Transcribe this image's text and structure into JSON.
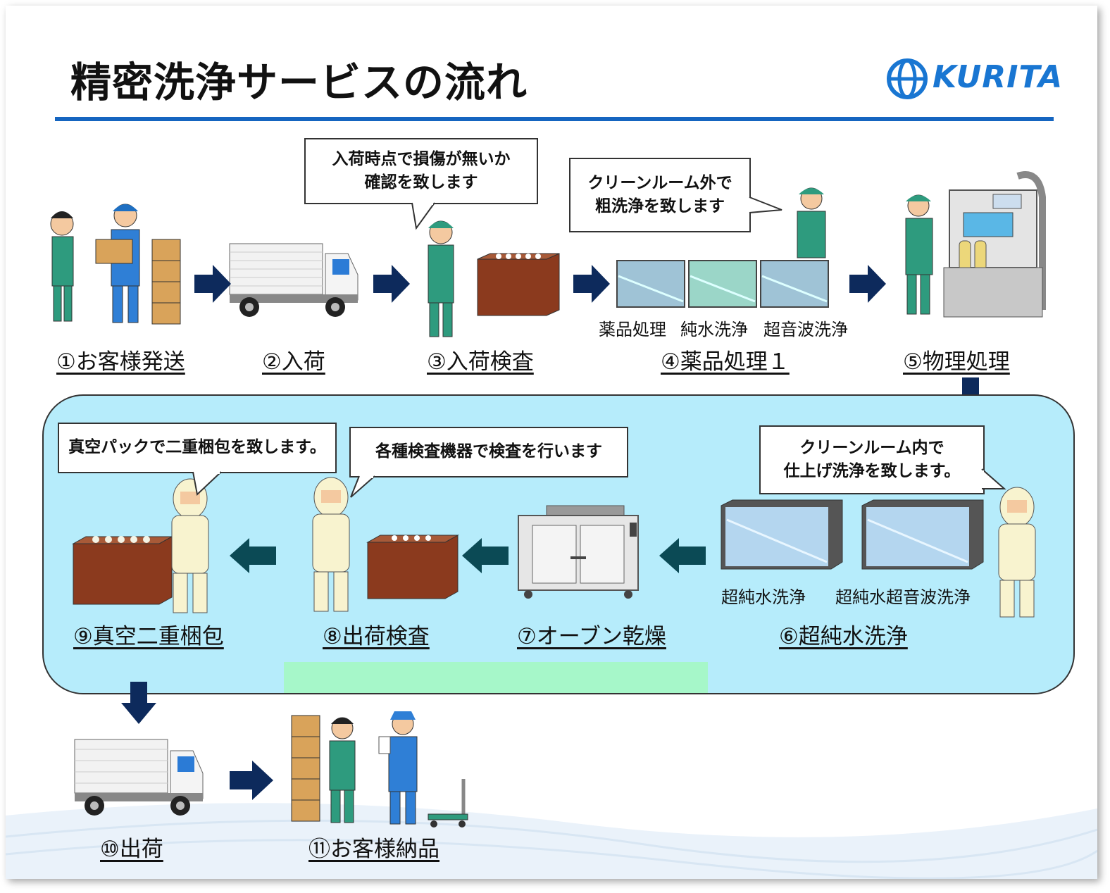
{
  "title": "精密洗浄サービスの流れ",
  "logo": {
    "text": "KURITA",
    "accent": "#1976d2"
  },
  "colors": {
    "title_rule": "#1565c0",
    "panel": "#b6ecfb",
    "arrow_dark": "#0d2a5c",
    "arrow_teal": "#0b4a55",
    "highlight": "#a6f7c9"
  },
  "steps": {
    "s1": "①お客様発送",
    "s2": "②入荷",
    "s3": "③入荷検査",
    "s4": "④薬品処理１",
    "s5": "⑤物理処理",
    "s6": "⑥超純水洗浄",
    "s7": "⑦オーブン乾燥",
    "s8": "⑧出荷検査",
    "s9": "⑨真空二重梱包",
    "s10": "⑩出荷",
    "s11": "⑪お客様納品"
  },
  "tank_labels": {
    "t1": "薬品処理",
    "t2": "純水洗浄",
    "t3": "超音波洗浄",
    "t4": "超純水洗浄",
    "t5": "超純水超音波洗浄"
  },
  "bubbles": {
    "b1": [
      "入荷時点で損傷が無いか",
      "確認を致します"
    ],
    "b2": [
      "クリーンルーム外で",
      "粗洗浄を致します"
    ],
    "b3": [
      "クリーンルーム内で",
      "仕上げ洗浄を致します。"
    ],
    "b4": [
      "各種検査機器で検査を行います"
    ],
    "b5": [
      "真空パックで二重梱包を致します。"
    ]
  }
}
